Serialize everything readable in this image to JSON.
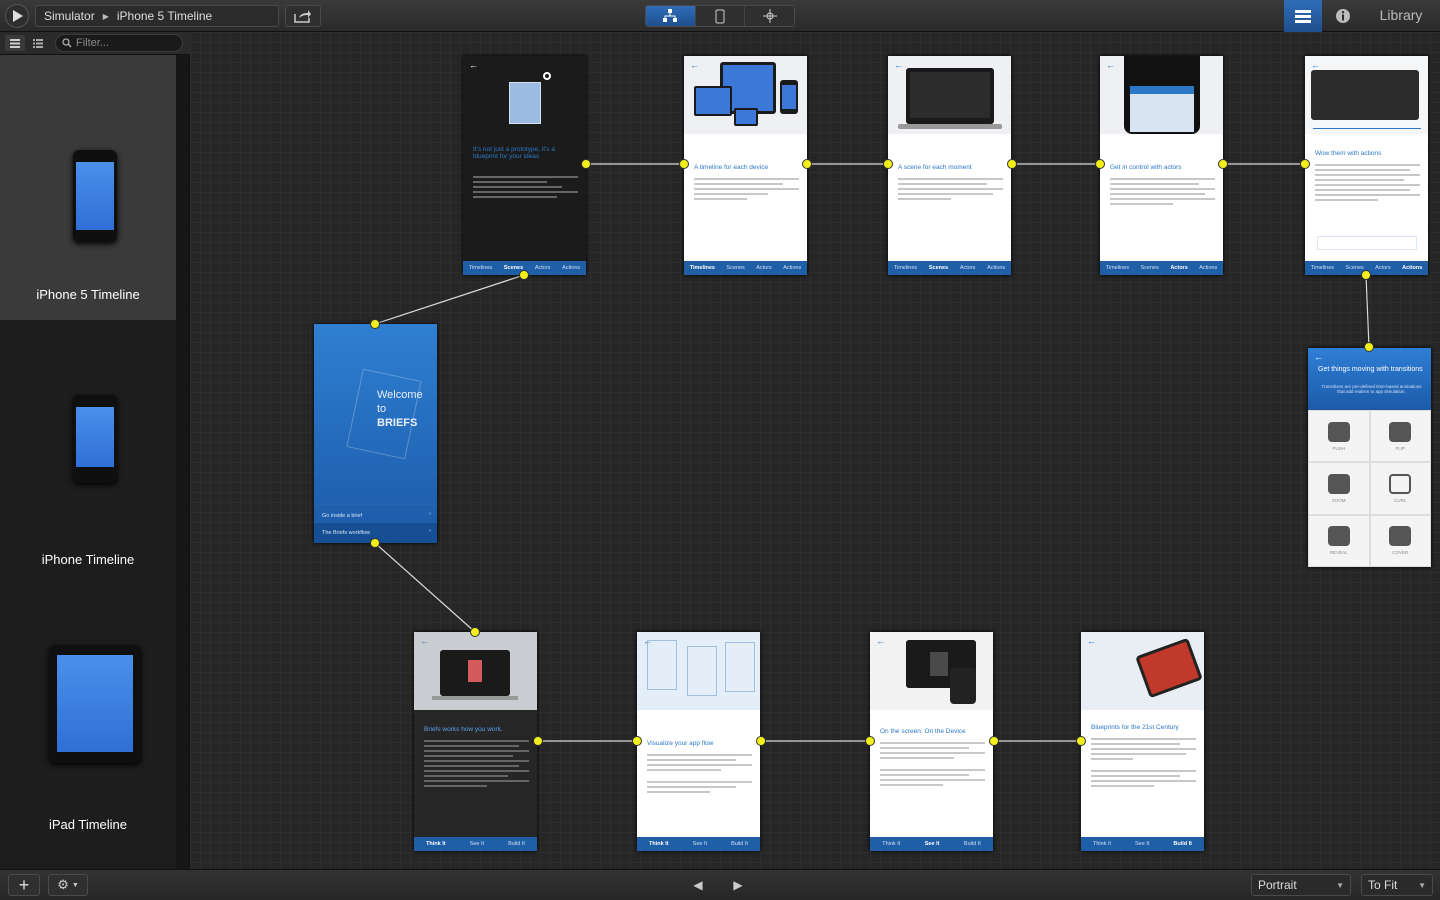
{
  "toolbar": {
    "simulator_label": "Simulator",
    "current_timeline": "iPhone 5 Timeline",
    "library_label": "Library"
  },
  "sidebar": {
    "filter_placeholder": "Filter...",
    "timelines": [
      {
        "label": "iPhone 5 Timeline",
        "selected": true
      },
      {
        "label": "iPhone Timeline",
        "selected": false
      },
      {
        "label": "iPad Timeline",
        "selected": false
      }
    ]
  },
  "canvas": {
    "welcome": {
      "line1": "Welcome",
      "line2": "to",
      "line3": "BRIEFS",
      "menu1": "Go inside a brief",
      "menu2": "The Briefs workflow"
    },
    "top_row": [
      {
        "title": "It's not just a prototype, it's a blueprint for your ideas",
        "tabs": [
          "Timelines",
          "Scenes",
          "Actors",
          "Actions"
        ],
        "active": 1
      },
      {
        "title": "A timeline for each device",
        "tabs": [
          "Timelines",
          "Scenes",
          "Actors",
          "Actions"
        ],
        "active": 0
      },
      {
        "title": "A scene for each moment",
        "tabs": [
          "Timelines",
          "Scenes",
          "Actors",
          "Actions"
        ],
        "active": 1
      },
      {
        "title": "Get in control with actors",
        "tabs": [
          "Timelines",
          "Scenes",
          "Actors",
          "Actions"
        ],
        "active": 2
      },
      {
        "title": "Wow them with actions",
        "tabs": [
          "Timelines",
          "Scenes",
          "Actors",
          "Actions"
        ],
        "active": 3
      }
    ],
    "transitions": {
      "title": "Get things moving with transitions",
      "subtitle": "Transitions are pre-defined time-based animations that add realism to app simulation.",
      "items": [
        "PUSH",
        "FLIP",
        "ZOOM",
        "CURL",
        "REVEAL",
        "COVER"
      ]
    },
    "bottom_row": [
      {
        "title": "Briefs works how you work.",
        "tabs": [
          "Think It",
          "See It",
          "Build It"
        ],
        "active": 0
      },
      {
        "title": "Visualize your app flow",
        "tabs": [
          "Think It",
          "See It",
          "Build It"
        ],
        "active": 0
      },
      {
        "title": "On the screen: On the Device",
        "tabs": [
          "Think It",
          "See It",
          "Build It"
        ],
        "active": 1
      },
      {
        "title": "Blueprints for the 21st Century",
        "tabs": [
          "Think It",
          "See It",
          "Build It"
        ],
        "active": 2
      }
    ]
  },
  "bottombar": {
    "orientation": "Portrait",
    "zoom": "To Fit"
  }
}
